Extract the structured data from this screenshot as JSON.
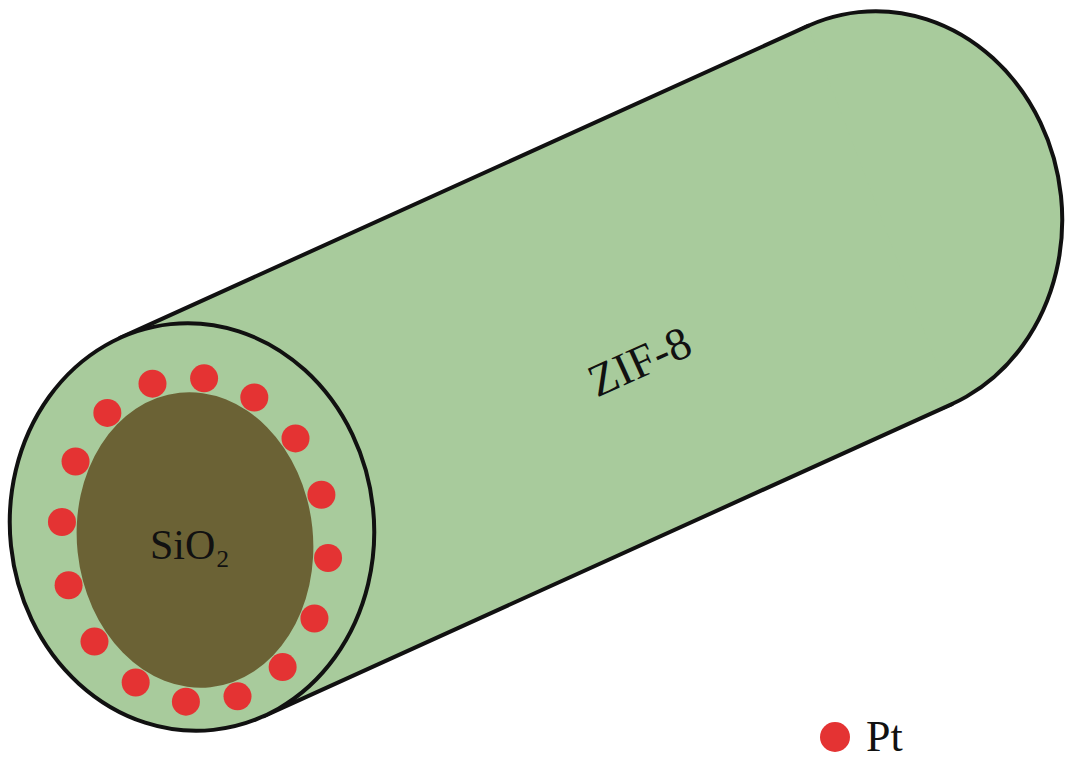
{
  "diagram": {
    "nodes": [
      {
        "text": [
          "ZIF-8"
        ]
      },
      {
        "text": [
          "SiO₂"
        ],
        "in": 0
      }
    ],
    "legend": [
      {
        "text": "Pt",
        "color": "#e43333"
      }
    ]
  }
}
